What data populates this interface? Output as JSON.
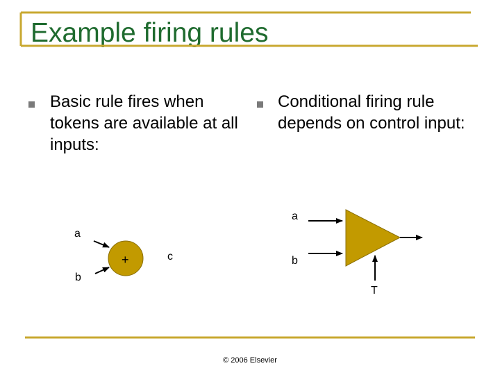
{
  "title": "Example firing rules",
  "colors": {
    "title": "#1f6b2f",
    "rule_lines": "#c8a830",
    "bullet": "#7a7a7a",
    "node_fill": "#c29a00",
    "node_stroke": "#8a6e00"
  },
  "bullets": [
    {
      "text": "Basic rule fires when tokens are available at all inputs:"
    },
    {
      "text": "Conditional firing rule depends on control input:"
    }
  ],
  "left_diagram": {
    "input_a": "a",
    "input_b": "b",
    "operator": "+",
    "output": "c"
  },
  "right_diagram": {
    "input_a": "a",
    "input_b": "b",
    "control": "T"
  },
  "footer": "© 2006 Elsevier"
}
